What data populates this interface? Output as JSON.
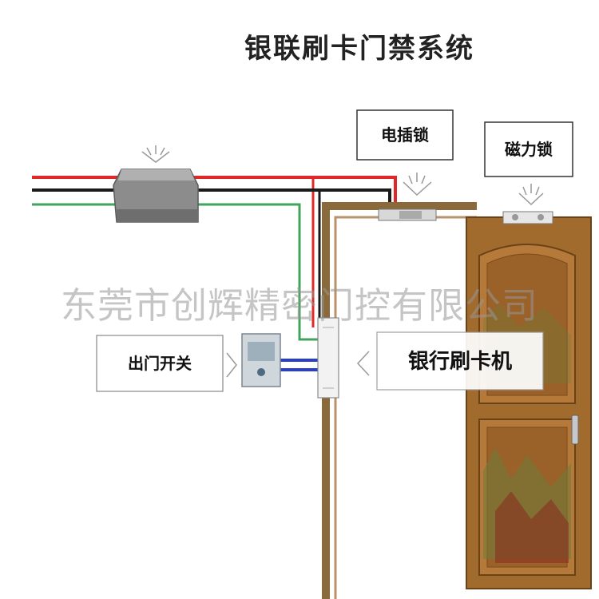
{
  "title": "银联刷卡门禁系统",
  "labels": {
    "electric_lock": "电插锁",
    "magnetic_lock": "磁力锁",
    "exit_switch": "出门开关",
    "bank_card_machine": "银行刷卡机"
  },
  "watermark": "东莞市创辉精密门控有限公司",
  "colors": {
    "wire_red": "#e02828",
    "wire_black": "#1a1a1a",
    "wire_green": "#3fa55a",
    "wire_blue": "#2a3fc8",
    "door_frame": "#8a6a3a",
    "door_panel": "#a26b2e",
    "power_box": "#8c8c8c"
  }
}
